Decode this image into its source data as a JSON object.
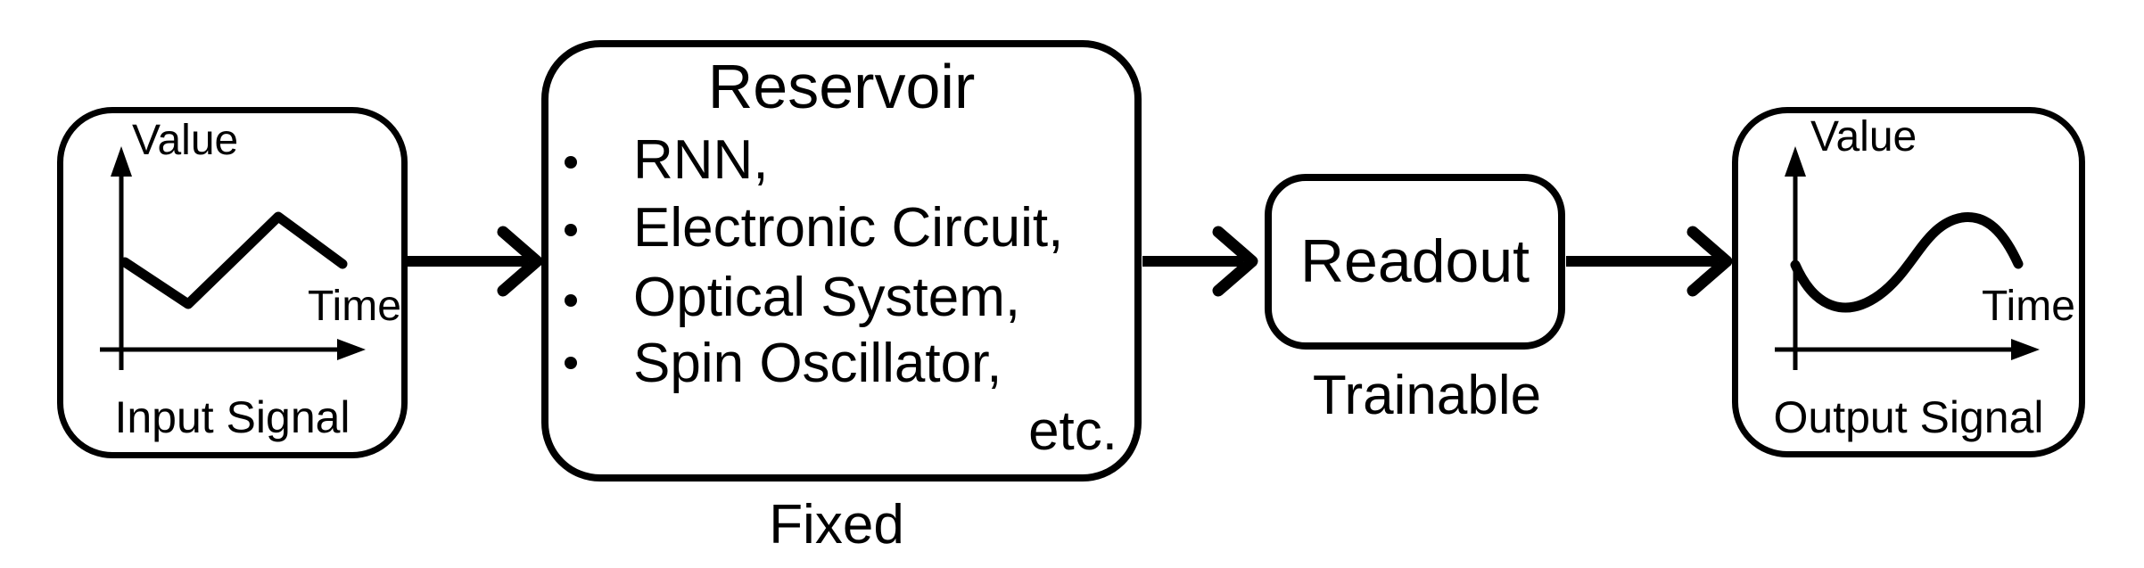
{
  "diagram": {
    "colors": {
      "ink": "#000000",
      "background": "#ffffff"
    },
    "input_box": {
      "value_label": "Value",
      "time_label": "Time",
      "caption": "Input Signal"
    },
    "reservoir_box": {
      "title": "Reservoir",
      "items": [
        {
          "label": "RNN,"
        },
        {
          "label": "Electronic Circuit,"
        },
        {
          "label": "Optical System,"
        },
        {
          "label": "Spin Oscillator,"
        }
      ],
      "etc_label": "etc.",
      "caption": "Fixed"
    },
    "readout_box": {
      "title": "Readout",
      "caption": "Trainable"
    },
    "output_box": {
      "value_label": "Value",
      "time_label": "Time",
      "caption": "Output Signal"
    }
  }
}
